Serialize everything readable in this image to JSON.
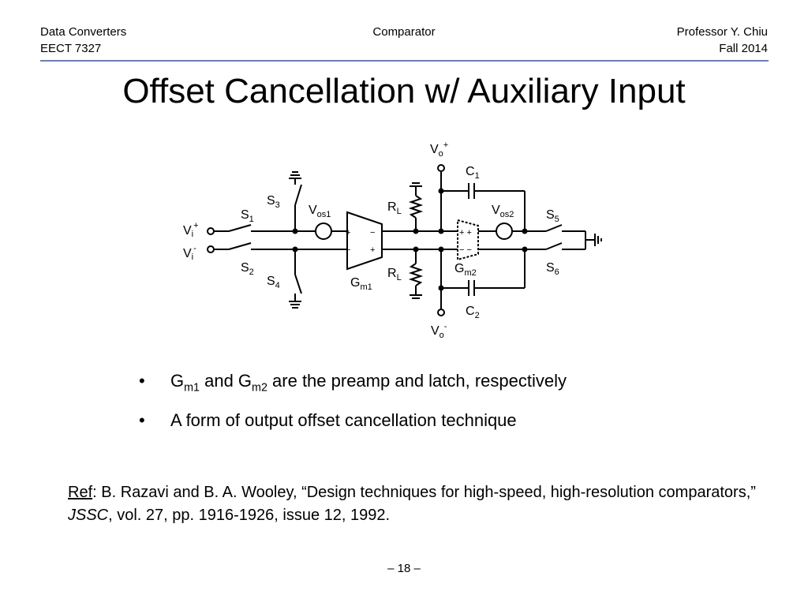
{
  "header": {
    "left_line1": "Data Converters",
    "left_line2": "EECT 7327",
    "center": "Comparator",
    "right_line1": "Professor Y. Chiu",
    "right_line2": "Fall 2014"
  },
  "title": "Offset Cancellation w/ Auxiliary Input",
  "circuit": {
    "labels": {
      "vi_plus": "V",
      "vi_plus_sub": "i",
      "vi_plus_sup": "+",
      "vi_minus": "V",
      "vi_minus_sub": "i",
      "vi_minus_sup": "-",
      "s1": "S",
      "s1_sub": "1",
      "s2": "S",
      "s2_sub": "2",
      "s3": "S",
      "s3_sub": "3",
      "s4": "S",
      "s4_sub": "4",
      "s5": "S",
      "s5_sub": "5",
      "s6": "S",
      "s6_sub": "6",
      "vos1": "V",
      "vos1_sub": "os1",
      "vos2": "V",
      "vos2_sub": "os2",
      "gm1": "G",
      "gm1_sub": "m1",
      "gm2": "G",
      "gm2_sub": "m2",
      "rl_top": "R",
      "rl_top_sub": "L",
      "rl_bot": "R",
      "rl_bot_sub": "L",
      "c1": "C",
      "c1_sub": "1",
      "c2": "C",
      "c2_sub": "2",
      "vo_plus": "V",
      "vo_plus_sub": "o",
      "vo_plus_sup": "+",
      "vo_minus": "V",
      "vo_minus_sub": "o",
      "vo_minus_sup": "-",
      "gm1_top_plus": "+",
      "gm1_top_minus": "−",
      "gm1_bot_minus": "−",
      "gm1_bot_plus": "+",
      "gm2_top": "+ +",
      "gm2_bot": "− −"
    }
  },
  "bullets": {
    "b1_g1": "G",
    "b1_g1_sub": "m1",
    "b1_and": " and G",
    "b1_g2_sub": "m2",
    "b1_rest": " are the preamp and latch, respectively",
    "b2": "A form of output offset cancellation technique",
    "dot": "•"
  },
  "reference": {
    "label": "Ref",
    "text1": ":  B. Razavi and B. A. Wooley, “Design techniques for high-speed, high-resolution comparators,” ",
    "journal": "JSSC",
    "text2": ", vol. 27, pp. 1916-1926, issue 12, 1992."
  },
  "page_number": "– 18 –"
}
